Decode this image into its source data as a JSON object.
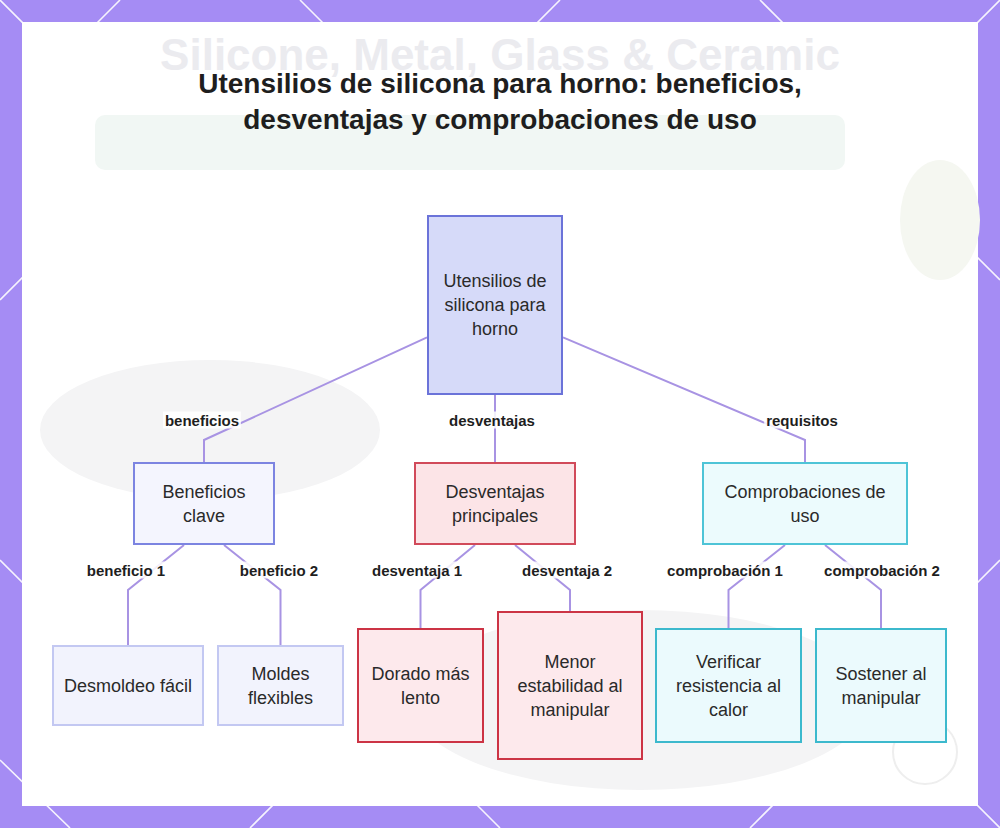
{
  "diagram": {
    "title": "Utensilios de silicona para horno: beneficios, desventajas y comprobaciones de uso",
    "nodes": [
      {
        "text": [
          "Utensilios de silicona para horno"
        ]
      },
      {
        "text": [
          "Beneficios clave"
        ]
      },
      {
        "text": [
          "Desventajas principales"
        ]
      },
      {
        "text": [
          "Comprobaciones de uso"
        ]
      },
      {
        "text": [
          "Desmoldeo fácil"
        ]
      },
      {
        "text": [
          "Moldes flexibles"
        ]
      },
      {
        "text": [
          "Dorado más lento"
        ]
      },
      {
        "text": [
          "Menor estabilidad al manipular"
        ]
      },
      {
        "text": [
          "Verificar resistencia al calor"
        ]
      },
      {
        "text": [
          "Sostener al manipular"
        ]
      }
    ],
    "edges": [
      {
        "from": 0,
        "to": 1,
        "label": "beneficios",
        "arrow": "none"
      },
      {
        "from": 0,
        "to": 2,
        "label": "desventajas",
        "arrow": "none"
      },
      {
        "from": 0,
        "to": 3,
        "label": "requisitos",
        "arrow": "none"
      },
      {
        "from": 1,
        "to": 4,
        "label": "beneficio 1",
        "arrow": "none"
      },
      {
        "from": 1,
        "to": 5,
        "label": "beneficio 2",
        "arrow": "none"
      },
      {
        "from": 2,
        "to": 6,
        "label": "desventaja 1",
        "arrow": "none"
      },
      {
        "from": 2,
        "to": 7,
        "label": "desventaja 2",
        "arrow": "none"
      },
      {
        "from": 3,
        "to": 8,
        "label": "comprobación 1",
        "arrow": "none"
      },
      {
        "from": 3,
        "to": 9,
        "label": "comprobación 2",
        "arrow": "none"
      }
    ],
    "labels": [
      "Silicone, Metal, Glass & Ceramic"
    ]
  }
}
